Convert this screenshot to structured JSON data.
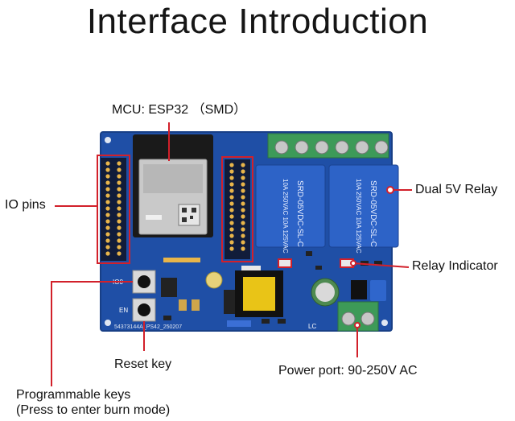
{
  "title": "Interface Introduction",
  "labels": {
    "mcu": "MCU:  ESP32 （SMD）",
    "io_pins": "IO pins",
    "dual_relay": "Dual 5V Relay",
    "relay_indicator": "Relay Indicator",
    "reset_key": "Reset key",
    "power_port": "Power port: 90-250V AC",
    "prog_keys_line1": "Programmable keys",
    "prog_keys_line2": "(Press to enter burn mode)"
  },
  "board_text": {
    "relay_1": "SRD-05VDC-SL-C",
    "relay_2": "SRD-05VDC-SL-C",
    "relay_rating": "10A 250VAC 10A 125VAC",
    "button_io0": "IO0",
    "button_en": "EN",
    "pcb_id": "54373144A_PS42_250207",
    "silk_lc": "LC"
  },
  "colors": {
    "pcb": "#1f4fa6",
    "relay": "#2d63c7",
    "terminal": "#3d9a58",
    "callout": "#d2202a"
  }
}
